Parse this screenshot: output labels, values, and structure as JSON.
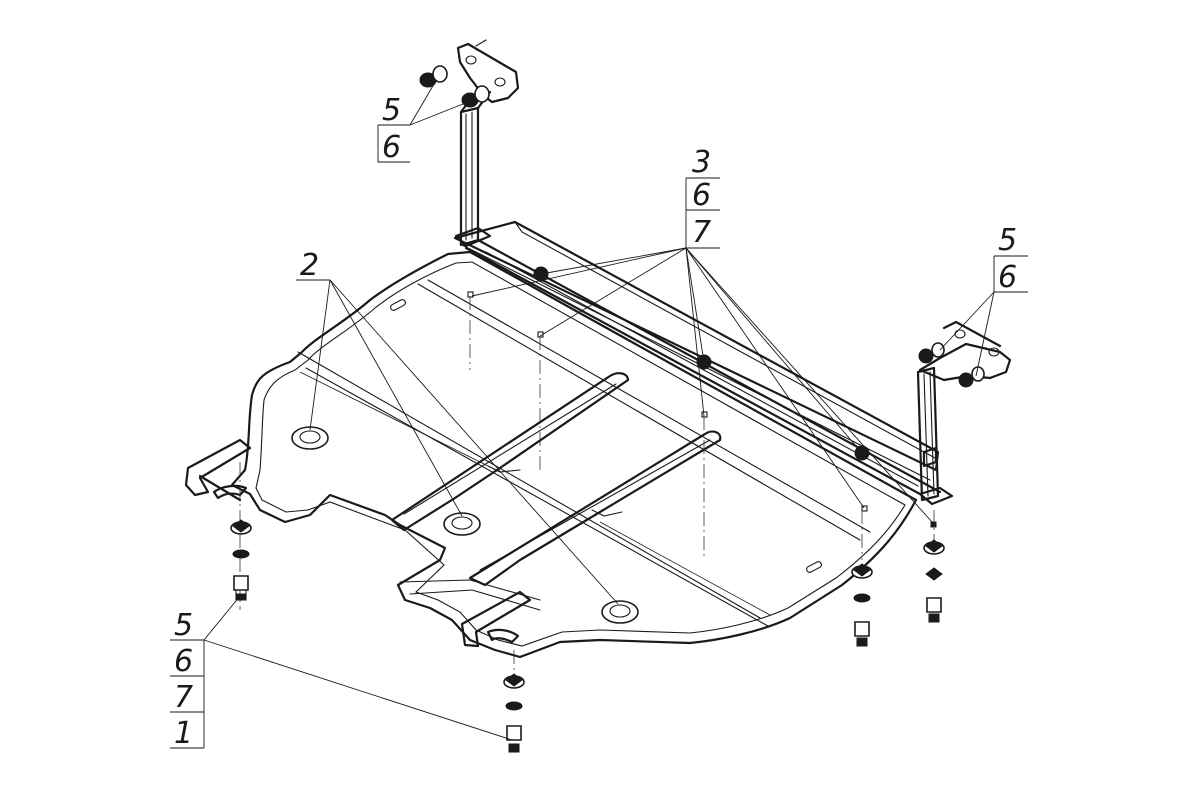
{
  "callouts": {
    "top_left": [
      "5",
      "6"
    ],
    "top_center": [
      "3",
      "6",
      "7"
    ],
    "right": [
      "5",
      "6"
    ],
    "left_plate": [
      "2"
    ],
    "bottom_left": [
      "5",
      "6",
      "7",
      "1"
    ]
  }
}
